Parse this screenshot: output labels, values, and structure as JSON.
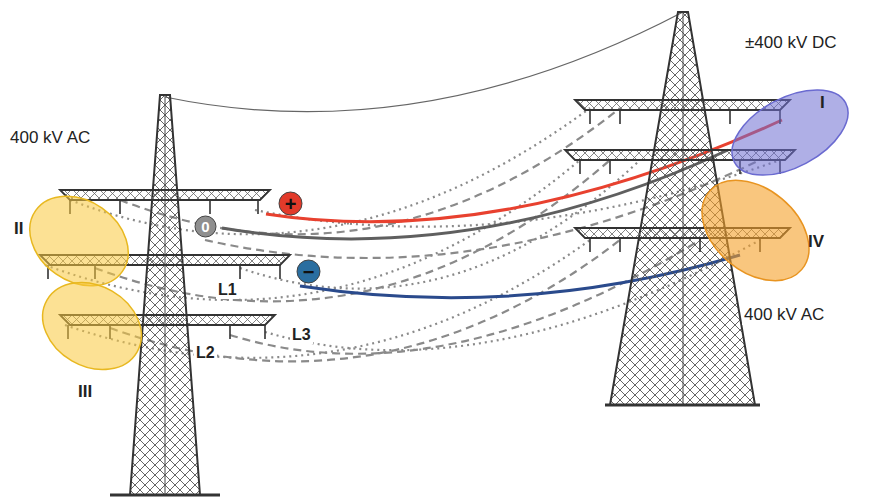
{
  "diagram": {
    "nodes": [
      {
        "text": [
          "I"
        ]
      },
      {
        "text": [
          "II"
        ]
      },
      {
        "text": [
          "+"
        ]
      },
      {
        "text": [
          "0"
        ]
      },
      {
        "text": [
          "IV"
        ]
      },
      {
        "text": [
          "−"
        ]
      },
      {
        "text": [
          "III"
        ]
      }
    ],
    "labels": [
      "400 kV AC",
      "±400 kV DC",
      "L1",
      "L2",
      "L3",
      "400 kV AC"
    ]
  }
}
